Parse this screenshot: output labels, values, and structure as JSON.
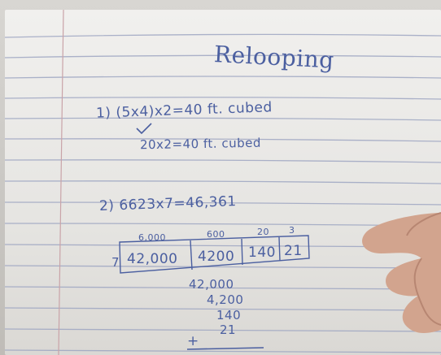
{
  "title": "Relooping",
  "problem1": {
    "line1": "1) (5x4)x2=40 ft. cubed",
    "line2": "20x2=40 ft. cubed"
  },
  "problem2": {
    "line1": "2) 6623x7=46,361",
    "headers": [
      "6,000",
      "600",
      "20",
      "3"
    ],
    "multiplier": "7",
    "cells": [
      "42,000",
      "4200",
      "140",
      "21"
    ],
    "addends": [
      "42,000",
      "4,200",
      "140",
      "21"
    ],
    "plus_sign": "+"
  },
  "colors": {
    "ink": "#4b5fa0",
    "paper": "#ebeae7",
    "ruling": "#9ea6c2",
    "margin_line": "#c9a3a8",
    "frame": "#f3e7b9"
  }
}
